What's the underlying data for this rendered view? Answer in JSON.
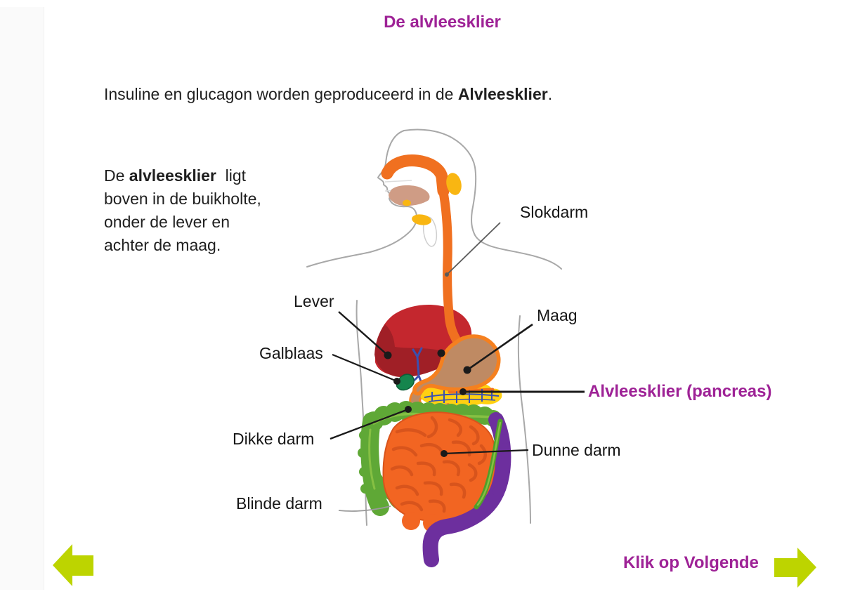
{
  "title": "De alvleesklier",
  "intro": {
    "prefix": "Insuline en glucagon worden geproduceerd in de ",
    "bold": "Alvleesklier",
    "suffix": "."
  },
  "description": {
    "prefix": "De ",
    "bold": "alvleesklier",
    "line1_rest": "  ligt",
    "line2": "boven in de buikholte,",
    "line3": "onder de lever en",
    "line4": "achter de maag."
  },
  "diagram": {
    "labels": {
      "slokdarm": "Slokdarm",
      "lever": "Lever",
      "galblaas": "Galblaas",
      "maag": "Maag",
      "alvleesklier": "Alvleesklier (pancreas)",
      "dikke_darm": "Dikke darm",
      "dunne_darm": "Dunne darm",
      "blinde_darm": "Blinde darm"
    }
  },
  "footer": {
    "next_hint": "Klik op Volgende"
  },
  "colors": {
    "accent_purple": "#9e2296",
    "arrow_green": "#bdd400",
    "body_outline_gray": "#a8a8a8",
    "esophagus_orange": "#f07020",
    "saliva_yellow": "#f9b612",
    "tongue_tan": "#cf9c85",
    "liver_red": "#c4272e",
    "liver_dark_red": "#a01f26",
    "stomach_tan": "#bf8a63",
    "stomach_outline_orange": "#f5801f",
    "gallbladder_green": "#15854d",
    "bile_duct_blue": "#3a50b0",
    "pancreas_yellow": "#ffd012",
    "colon_green": "#5fa836",
    "colon_green_light": "#86c043",
    "small_intestine_orange": "#f26522",
    "small_intestine_dark": "#d8541c",
    "colon_purple": "#6d2f9e"
  }
}
